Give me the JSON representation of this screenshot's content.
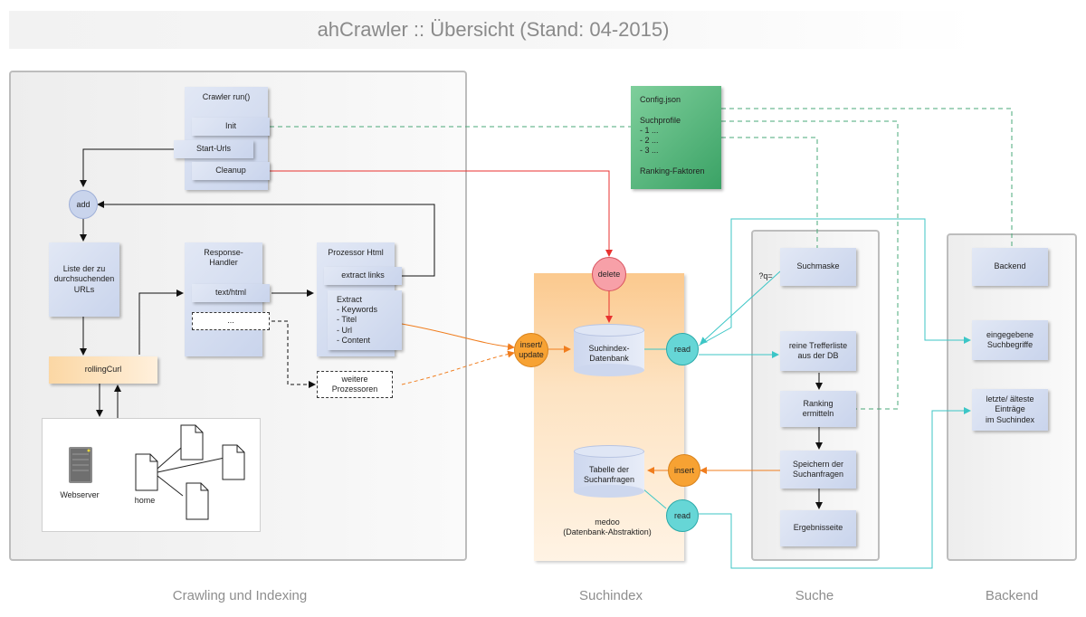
{
  "title": "ahCrawler :: Übersicht (Stand: 04-2015)",
  "sections": {
    "crawling": "Crawling und Indexing",
    "suchindex": "Suchindex",
    "suche": "Suche",
    "backend": "Backend"
  },
  "crawler": {
    "run": "Crawler run()",
    "init": "Init",
    "start_urls": "Start-Urls",
    "cleanup": "Cleanup",
    "add": "add",
    "liste": "Liste der zu\ndurchsuchenden\nURLs",
    "rolling_curl": "rollingCurl",
    "response_handler": "Response-\nHandler",
    "text_html": "text/html",
    "dots": "...",
    "prozessor_html": "Prozessor Html",
    "extract_links": "extract links",
    "extract": "Extract\n- Keywords\n- Titel\n- Url\n- Content",
    "weitere": "weitere\nProzessoren",
    "webserver": "Webserver",
    "home": "home"
  },
  "config": {
    "text": "Config.json\n\nSuchprofile\n- 1 ...\n- 2 ...\n- 3 ...\n\nRanking-Faktoren"
  },
  "suchindex": {
    "delete": "delete",
    "insert_update": "insert/\nupdate",
    "db": "Suchindex-\nDatenbank",
    "read1": "read",
    "insert": "insert",
    "tabelle": "Tabelle der\nSuchanfragen",
    "read2": "read",
    "medoo": "medoo\n(Datenbank-Abstraktion)"
  },
  "suche": {
    "query": "?q=",
    "suchmaske": "Suchmaske",
    "trefferliste": "reine Trefferliste\naus der DB",
    "ranking": "Ranking\nermitteln",
    "speichern": "Speichern der\nSuchanfragen",
    "ergebnis": "Ergebnisseite"
  },
  "backend": {
    "backend": "Backend",
    "suchbegriffe": "eingegebene\nSuchbegriffe",
    "eintraege": "letzte/ älteste\nEinträge\nim Suchindex"
  },
  "colors": {
    "red_line": "#e8322f",
    "orange_line": "#f07d1e",
    "cyan_line": "#3cc6c6",
    "green_dashed": "#4aa878",
    "black_line": "#111111"
  },
  "icons": [
    "server-icon",
    "document-icon"
  ]
}
